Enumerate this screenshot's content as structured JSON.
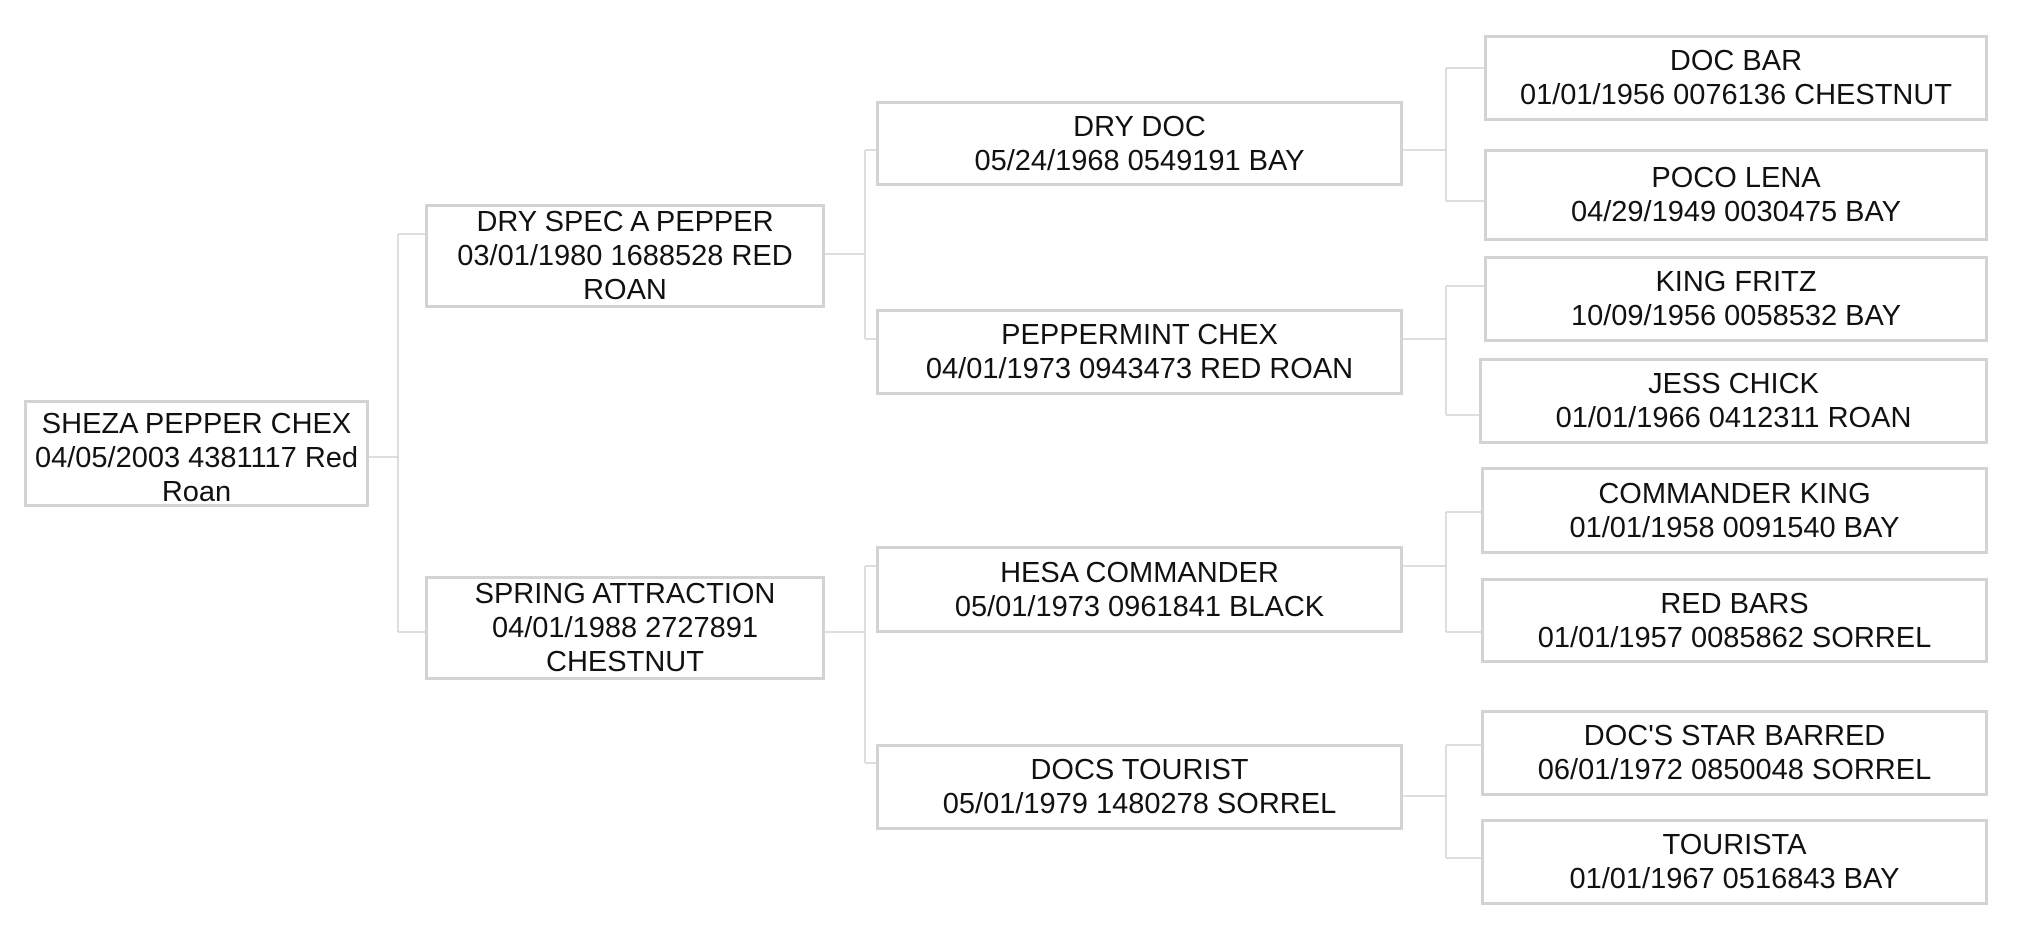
{
  "pedigree": {
    "subject": {
      "name": "SHEZA PEPPER CHEX",
      "info": "04/05/2003 4381117 Red Roan"
    },
    "sire": {
      "name": "DRY SPEC A PEPPER",
      "info": "03/01/1980 1688528 RED ROAN"
    },
    "dam": {
      "name": "SPRING ATTRACTION",
      "info": "04/01/1988 2727891 CHESTNUT"
    },
    "sire_sire": {
      "name": "DRY DOC",
      "info": "05/24/1968 0549191 BAY"
    },
    "sire_dam": {
      "name": "PEPPERMINT CHEX",
      "info": "04/01/1973 0943473 RED ROAN"
    },
    "dam_sire": {
      "name": "HESA COMMANDER",
      "info": "05/01/1973 0961841 BLACK"
    },
    "dam_dam": {
      "name": "DOCS TOURIST",
      "info": "05/01/1979 1480278 SORREL"
    },
    "ggp1": {
      "name": "DOC BAR",
      "info": "01/01/1956 0076136 CHESTNUT"
    },
    "ggp2": {
      "name": "POCO LENA",
      "info": "04/29/1949 0030475 BAY"
    },
    "ggp3": {
      "name": "KING FRITZ",
      "info": "10/09/1956 0058532 BAY"
    },
    "ggp4": {
      "name": "JESS CHICK",
      "info": "01/01/1966 0412311 ROAN"
    },
    "ggp5": {
      "name": "COMMANDER KING",
      "info": "01/01/1958 0091540 BAY"
    },
    "ggp6": {
      "name": "RED BARS",
      "info": "01/01/1957 0085862 SORREL"
    },
    "ggp7": {
      "name": "DOC'S STAR BARRED",
      "info": "06/01/1972 0850048 SORREL"
    },
    "ggp8": {
      "name": "TOURISTA",
      "info": "01/01/1967 0516843 BAY"
    }
  },
  "colors": {
    "border": "#d3d3d3",
    "line": "#d3d3d3",
    "text": "#111111"
  }
}
